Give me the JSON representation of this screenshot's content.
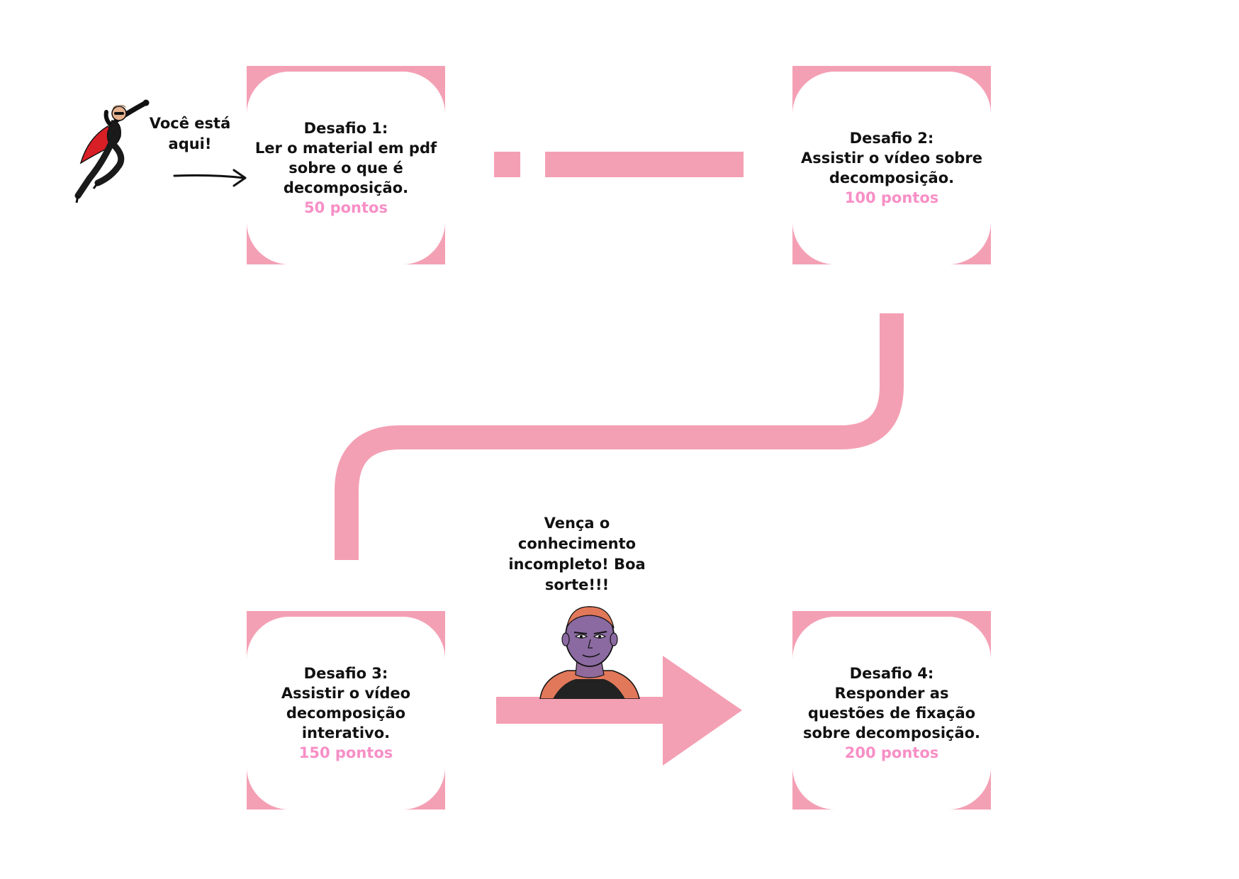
{
  "start": {
    "label": "Você está aqui!"
  },
  "villain": {
    "speech": "Vença o conhecimento incompleto! Boa sorte!!!"
  },
  "challenges": [
    {
      "title": "Desafio 1:",
      "description": "Ler o material em pdf sobre o que é decomposição.",
      "points": "50 pontos"
    },
    {
      "title": "Desafio 2:",
      "description": "Assistir o vídeo sobre decomposição.",
      "points": "100 pontos"
    },
    {
      "title": "Desafio 3:",
      "description": "Assistir o vídeo decomposição interativo.",
      "points": "150 pontos"
    },
    {
      "title": "Desafio 4:",
      "description": "Responder as questões de fixação sobre decomposição.",
      "points": "200 pontos"
    }
  ],
  "colors": {
    "path": "#f4a0b4",
    "points": "#f78fc6",
    "text": "#111111"
  },
  "icons": {
    "hero": "superhero-figure",
    "villain": "villain-portrait",
    "start_arrow": "arrow-right-icon"
  }
}
